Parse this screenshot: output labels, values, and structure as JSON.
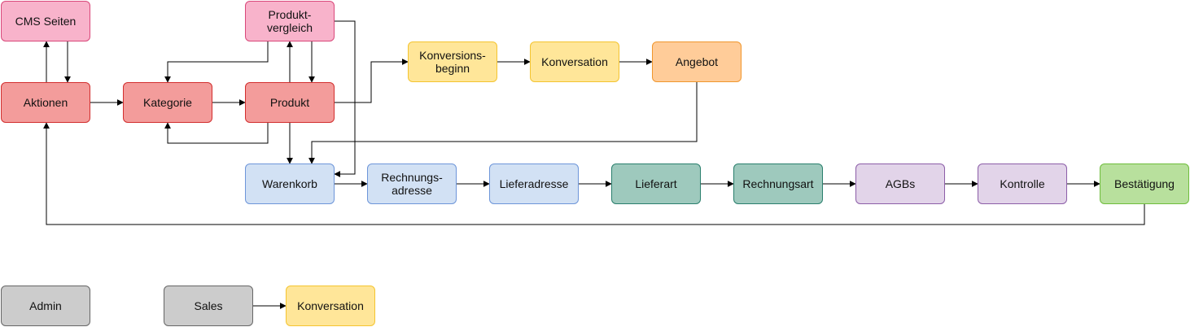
{
  "palette": {
    "pink": {
      "fill": "#f8b3cb",
      "stroke": "#d9487a"
    },
    "red": {
      "fill": "#f39c9b",
      "stroke": "#d22e2e"
    },
    "yellow": {
      "fill": "#ffe699",
      "stroke": "#f4c430"
    },
    "orange": {
      "fill": "#ffcc99",
      "stroke": "#f0962d"
    },
    "blue": {
      "fill": "#d2e1f4",
      "stroke": "#6d95d9"
    },
    "teal": {
      "fill": "#9ec9bd",
      "stroke": "#2a7f6d"
    },
    "purple": {
      "fill": "#e2d4e9",
      "stroke": "#8c5ea8"
    },
    "green": {
      "fill": "#b8e09d",
      "stroke": "#6fbd3c"
    },
    "gray": {
      "fill": "#cccccc",
      "stroke": "#666666"
    },
    "edge": "#000000"
  },
  "nodes": {
    "cms_seiten": {
      "label": "CMS Seiten",
      "color": "pink"
    },
    "produktvergleich": {
      "label": "Produkt-\nvergleich",
      "color": "pink"
    },
    "aktionen": {
      "label": "Aktionen",
      "color": "red"
    },
    "kategorie": {
      "label": "Kategorie",
      "color": "red"
    },
    "produkt": {
      "label": "Produkt",
      "color": "red"
    },
    "konversionsbeginn": {
      "label": "Konversions-\nbeginn",
      "color": "yellow"
    },
    "konversation": {
      "label": "Konversation",
      "color": "yellow"
    },
    "angebot": {
      "label": "Angebot",
      "color": "orange"
    },
    "warenkorb": {
      "label": "Warenkorb",
      "color": "blue"
    },
    "rechnungsadresse": {
      "label": "Rechnungs-\nadresse",
      "color": "blue"
    },
    "lieferadresse": {
      "label": "Lieferadresse",
      "color": "blue"
    },
    "lieferart": {
      "label": "Lieferart",
      "color": "teal"
    },
    "rechnungsart": {
      "label": "Rechnungsart",
      "color": "teal"
    },
    "agbs": {
      "label": "AGBs",
      "color": "purple"
    },
    "kontrolle": {
      "label": "Kontrolle",
      "color": "purple"
    },
    "bestaetigung": {
      "label": "Bestätigung",
      "color": "green"
    },
    "admin": {
      "label": "Admin",
      "color": "gray"
    },
    "sales": {
      "label": "Sales",
      "color": "gray"
    },
    "konversation_sales": {
      "label": "Konversation",
      "color": "yellow"
    }
  },
  "edges": [
    {
      "id": "aktionen-to-cms_seiten",
      "from": "aktionen",
      "to": "cms_seiten"
    },
    {
      "id": "cms_seiten-to-aktionen",
      "from": "cms_seiten",
      "to": "aktionen"
    },
    {
      "id": "aktionen-to-kategorie",
      "from": "aktionen",
      "to": "kategorie"
    },
    {
      "id": "kategorie-to-produkt",
      "from": "kategorie",
      "to": "produkt"
    },
    {
      "id": "produktvergleich-to-kategorie",
      "from": "produktvergleich",
      "to": "kategorie"
    },
    {
      "id": "produkt-to-kategorie",
      "from": "produkt",
      "to": "kategorie"
    },
    {
      "id": "produkt-to-produktvergleich",
      "from": "produkt",
      "to": "produktvergleich"
    },
    {
      "id": "produktvergleich-to-produkt",
      "from": "produktvergleich",
      "to": "produkt"
    },
    {
      "id": "produktvergleich-to-warenkorb",
      "from": "produktvergleich",
      "to": "warenkorb"
    },
    {
      "id": "produkt-to-warenkorb",
      "from": "produkt",
      "to": "warenkorb"
    },
    {
      "id": "produkt-to-konversionsbeginn",
      "from": "produkt",
      "to": "konversionsbeginn"
    },
    {
      "id": "konversionsbeginn-to-konversation",
      "from": "konversionsbeginn",
      "to": "konversation"
    },
    {
      "id": "konversation-to-angebot",
      "from": "konversation",
      "to": "angebot"
    },
    {
      "id": "angebot-to-warenkorb",
      "from": "angebot",
      "to": "warenkorb"
    },
    {
      "id": "warenkorb-to-rechnungsadresse",
      "from": "warenkorb",
      "to": "rechnungsadresse"
    },
    {
      "id": "rechnungsadresse-to-lieferadresse",
      "from": "rechnungsadresse",
      "to": "lieferadresse"
    },
    {
      "id": "lieferadresse-to-lieferart",
      "from": "lieferadresse",
      "to": "lieferart"
    },
    {
      "id": "lieferart-to-rechnungsart",
      "from": "lieferart",
      "to": "rechnungsart"
    },
    {
      "id": "rechnungsart-to-agbs",
      "from": "rechnungsart",
      "to": "agbs"
    },
    {
      "id": "agbs-to-kontrolle",
      "from": "agbs",
      "to": "kontrolle"
    },
    {
      "id": "kontrolle-to-bestaetigung",
      "from": "kontrolle",
      "to": "bestaetigung"
    },
    {
      "id": "bestaetigung-to-aktionen",
      "from": "bestaetigung",
      "to": "aktionen"
    },
    {
      "id": "sales-to-konversation_sales",
      "from": "sales",
      "to": "konversation_sales"
    }
  ]
}
